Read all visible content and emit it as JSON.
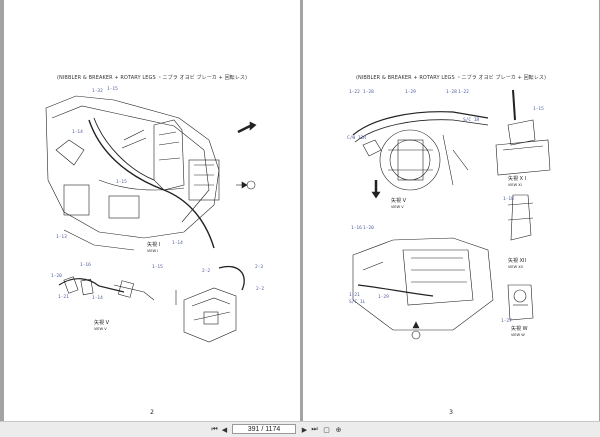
{
  "pages": [
    {
      "title": "(NIBBLER & BREAKER + ROTARY LEGS ・ニブラ オヨビ ブレーカ + 回転レス)",
      "number": "2",
      "labels": [
        "1-32",
        "1-15",
        "1-14",
        "1-13",
        "1-14",
        "1-15",
        "1-20",
        "1-16",
        "1-21",
        "1-14",
        "1-15",
        "2-2",
        "2-3",
        "2-2"
      ],
      "views": [
        "矢視 I",
        "VIEW I",
        "矢視 V",
        "VIEW V"
      ],
      "callout": "C"
    },
    {
      "title": "(NIBBLER & BREAKER + ROTARY LEGS ・ニブラ オヨビ ブレーカ + 回転レス)",
      "number": "3",
      "labels": [
        "1-22",
        "1-28",
        "1-29",
        "1-28",
        "1-22",
        "1-15",
        "S/C 1R",
        "C/W 12R",
        "1-16",
        "1-20",
        "1-18",
        "1-21",
        "1-29",
        "S/C 1L",
        "1-27"
      ],
      "views": [
        "矢視 V",
        "VIEW V",
        "矢視 X I",
        "VIEW XI",
        "矢視 XII",
        "VIEW XII",
        "矢視 W",
        "VIEW W"
      ],
      "callout": "C"
    }
  ],
  "toolbar": {
    "page_indicator": "391 / 1174",
    "first_icon": "first-page-icon",
    "prev_icon": "prev-page-icon",
    "next_icon": "next-page-icon",
    "last_icon": "last-page-icon"
  }
}
